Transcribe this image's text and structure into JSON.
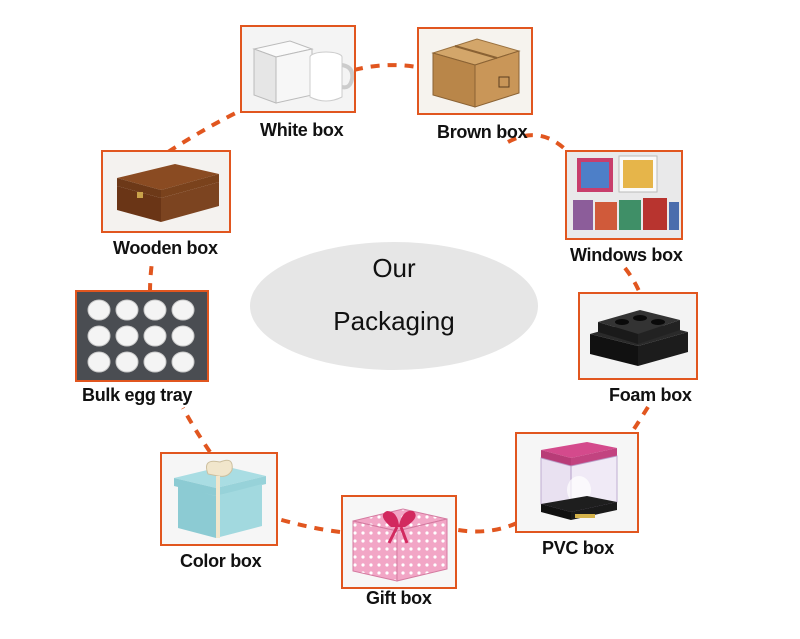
{
  "center": {
    "line1": "Our",
    "line2": "Packaging"
  },
  "accent_color": "#e1561f",
  "items": [
    {
      "label": "White box",
      "picture": "white box with white mug"
    },
    {
      "label": "Brown box",
      "picture": "brown corrugated shipping box"
    },
    {
      "label": "Windows box",
      "picture": "printed mugs in window boxes"
    },
    {
      "label": "Foam box",
      "picture": "black foam insert box"
    },
    {
      "label": "PVC box",
      "picture": "clear pvc box with pink lid"
    },
    {
      "label": "Gift box",
      "picture": "pink polka-dot gift box with bow"
    },
    {
      "label": "Color box",
      "picture": "light blue gift box with ribbon"
    },
    {
      "label": "Bulk egg tray",
      "picture": "mugs in egg-tray carton"
    },
    {
      "label": "Wooden box",
      "picture": "brown wooden box with latch"
    }
  ]
}
